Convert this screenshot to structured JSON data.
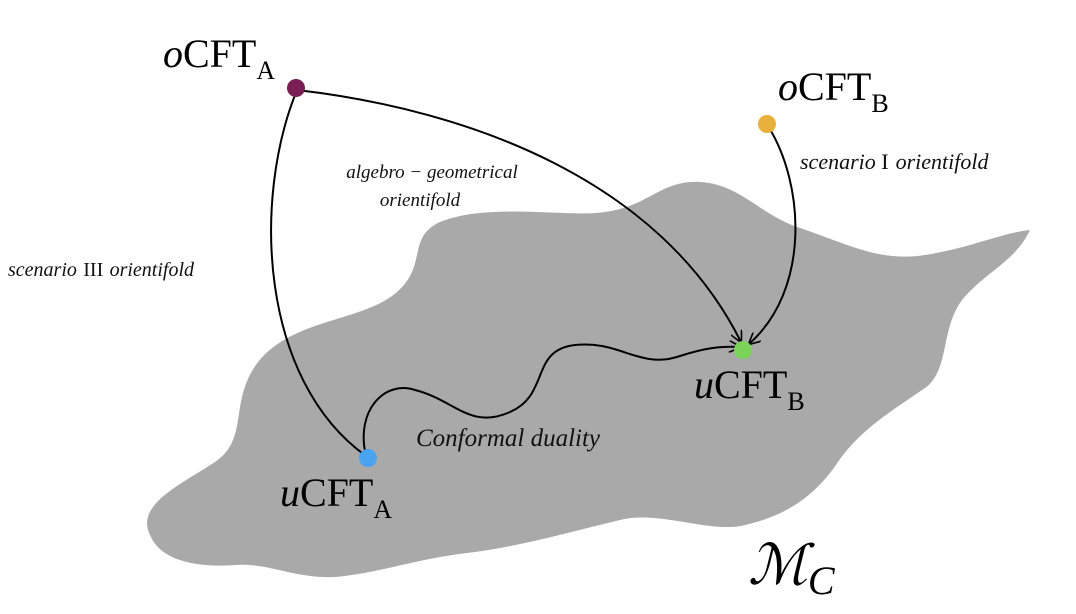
{
  "nodes": {
    "ocft_a": {
      "prefix": "o",
      "base": "CFT",
      "sub": "A",
      "color": "#7a1f55"
    },
    "ocft_b": {
      "prefix": "o",
      "base": "CFT",
      "sub": "B",
      "color": "#e8b13c"
    },
    "ucft_a": {
      "prefix": "u",
      "base": "CFT",
      "sub": "A",
      "color": "#4aa3f0"
    },
    "ucft_b": {
      "prefix": "u",
      "base": "CFT",
      "sub": "B",
      "color": "#7bd35a"
    }
  },
  "edges": {
    "algebro": {
      "line1": "algebro − geometrical",
      "line2": "orientifold"
    },
    "scenario_one": {
      "pre": "scenario",
      "roman": "I",
      "post": "orientifold"
    },
    "scenario_three": {
      "pre": "scenario",
      "roman": "III",
      "post": "orientifold"
    },
    "duality": {
      "label": "Conformal duality"
    }
  },
  "manifold": {
    "symbol": "ℳ",
    "sub": "C",
    "fill_color": "#a9a9a9"
  }
}
